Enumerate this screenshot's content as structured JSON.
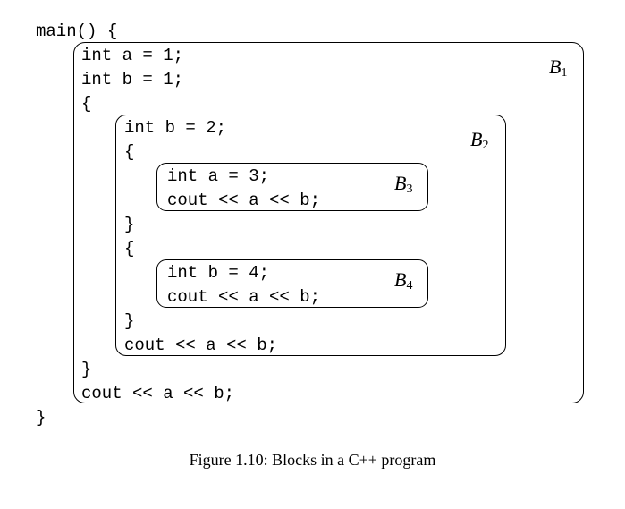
{
  "code_lines": [
    "main() {",
    "int a = 1;",
    "int b = 1;",
    "{",
    "int b = 2;",
    "{",
    "int a = 3;",
    "cout << a << b;",
    "}",
    "{",
    "int b = 4;",
    "cout << a << b;",
    "}",
    "cout << a << b;",
    "}",
    "cout << a << b;",
    "}"
  ],
  "blocks": [
    {
      "letter": "B",
      "sub": "1"
    },
    {
      "letter": "B",
      "sub": "2"
    },
    {
      "letter": "B",
      "sub": "3"
    },
    {
      "letter": "B",
      "sub": "4"
    }
  ],
  "caption": "Figure 1.10: Blocks in a C++ program"
}
